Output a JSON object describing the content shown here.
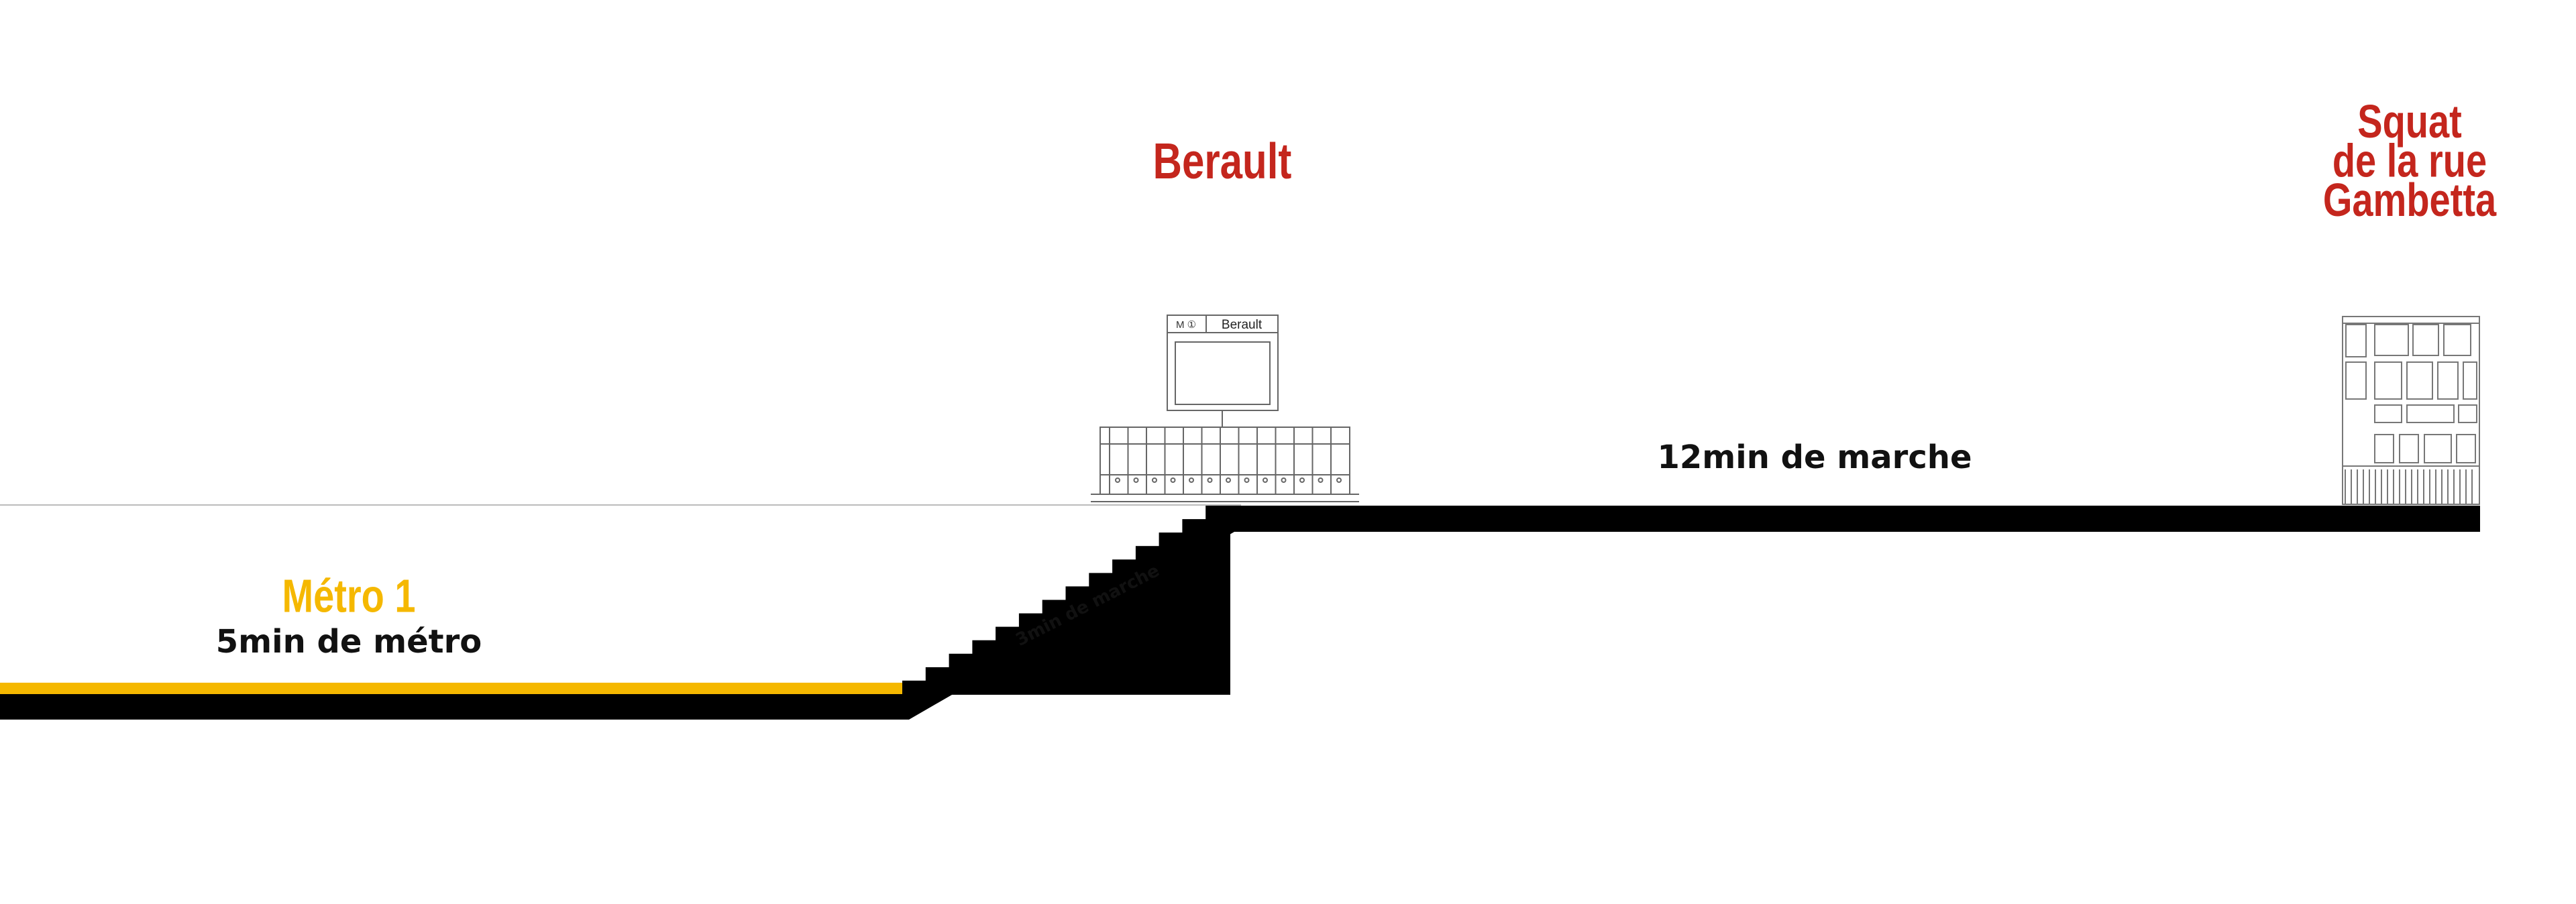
{
  "colors": {
    "accent_red": "#c4261d",
    "metro_yellow": "#f5b800",
    "ground": "#000000",
    "line_gray": "#bbbbbb",
    "drawing_gray": "#555555",
    "text": "#111111"
  },
  "stations": {
    "berault": {
      "title": "Berault"
    },
    "squat": {
      "title_lines": [
        "Squat",
        "de la rue",
        "Gambetta"
      ]
    }
  },
  "sign": {
    "metro_badge": "M ①",
    "name": "Berault"
  },
  "legs": {
    "metro": "5min de métro",
    "stairs": "3min de marche",
    "walk": "12min de marche"
  },
  "metro_line": {
    "label": "Métro 1"
  }
}
